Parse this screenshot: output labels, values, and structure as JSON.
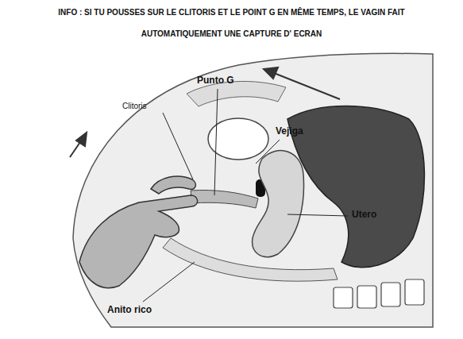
{
  "diagram": {
    "title": "INFO : SI TU POUSSES SUR LE CLITORIS ET LE POINT G EN MÊME TEMPS, LE VAGIN FAIT AUTOMATIQUEMENT UNE CAPTURE D' ECRAN",
    "labels": [
      "Punto G",
      "Clitoris",
      "Vejiga",
      "Utero",
      "Anito rico"
    ]
  }
}
